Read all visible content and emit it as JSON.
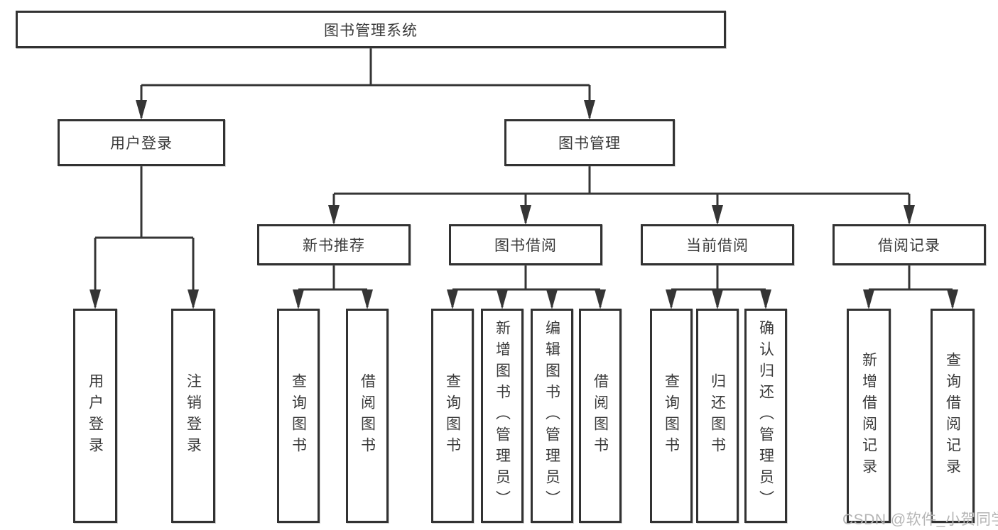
{
  "diagram": {
    "root": {
      "label": "图书管理系统"
    },
    "branches": [
      {
        "label": "用户登录",
        "leaves": [
          {
            "label": "用户登录"
          },
          {
            "label": "注销登录"
          }
        ]
      },
      {
        "label": "图书管理",
        "groups": [
          {
            "label": "新书推荐",
            "leaves": [
              {
                "label": "查询图书"
              },
              {
                "label": "借阅图书"
              }
            ]
          },
          {
            "label": "图书借阅",
            "leaves": [
              {
                "label": "查询图书"
              },
              {
                "label": "新增图书（管理员）"
              },
              {
                "label": "编辑图书（管理员）"
              },
              {
                "label": "借阅图书"
              }
            ]
          },
          {
            "label": "当前借阅",
            "leaves": [
              {
                "label": "查询图书"
              },
              {
                "label": "归还图书"
              },
              {
                "label": "确认归还（管理员）"
              }
            ]
          },
          {
            "label": "借阅记录",
            "leaves": [
              {
                "label": "新增借阅记录"
              },
              {
                "label": "查询借阅记录"
              }
            ]
          }
        ]
      }
    ]
  },
  "watermark": {
    "text": "CSDN @软件_小贺同学"
  },
  "colors": {
    "line": "#353535",
    "box_border": "#323232",
    "text": "#3a3a3a",
    "background": "#ffffff",
    "watermark_text": "#b5b5b5"
  }
}
